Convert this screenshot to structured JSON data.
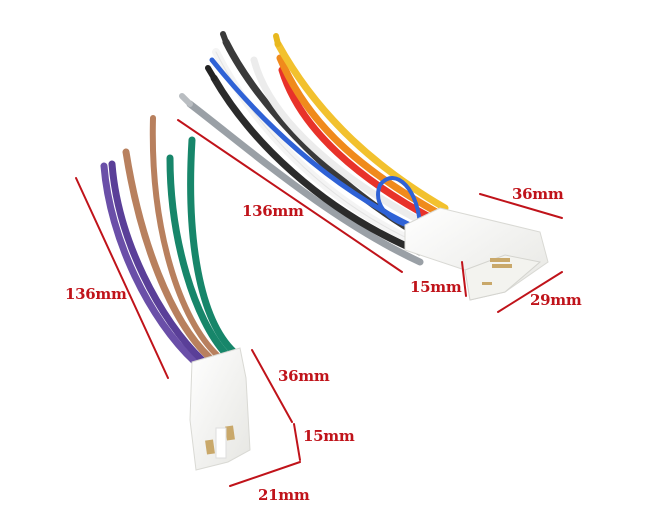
{
  "image": {
    "subject": "car radio wiring harness connectors",
    "background_color": "#ffffff",
    "annotation_color": "#c0131a"
  },
  "harness_large": {
    "wire_colors": [
      "#9aa0a6",
      "#2b2b2b",
      "#f4f4f4",
      "#2f62d6",
      "#e8e8ea",
      "#3a3a3a",
      "#e8322a",
      "#f08a1c",
      "#f2c12e",
      "#2f62d6"
    ],
    "dimensions": {
      "length": "136mm",
      "connector_width": "36mm",
      "connector_height": "15mm",
      "connector_depth": "29mm"
    }
  },
  "harness_small": {
    "wire_colors": [
      "#6a4fa8",
      "#6a4fa8",
      "#b8805e",
      "#b8805e",
      "#17866a",
      "#17866a"
    ],
    "dimensions": {
      "length": "136mm",
      "connector_width": "36mm",
      "connector_height": "15mm",
      "connector_depth": "21mm"
    }
  }
}
